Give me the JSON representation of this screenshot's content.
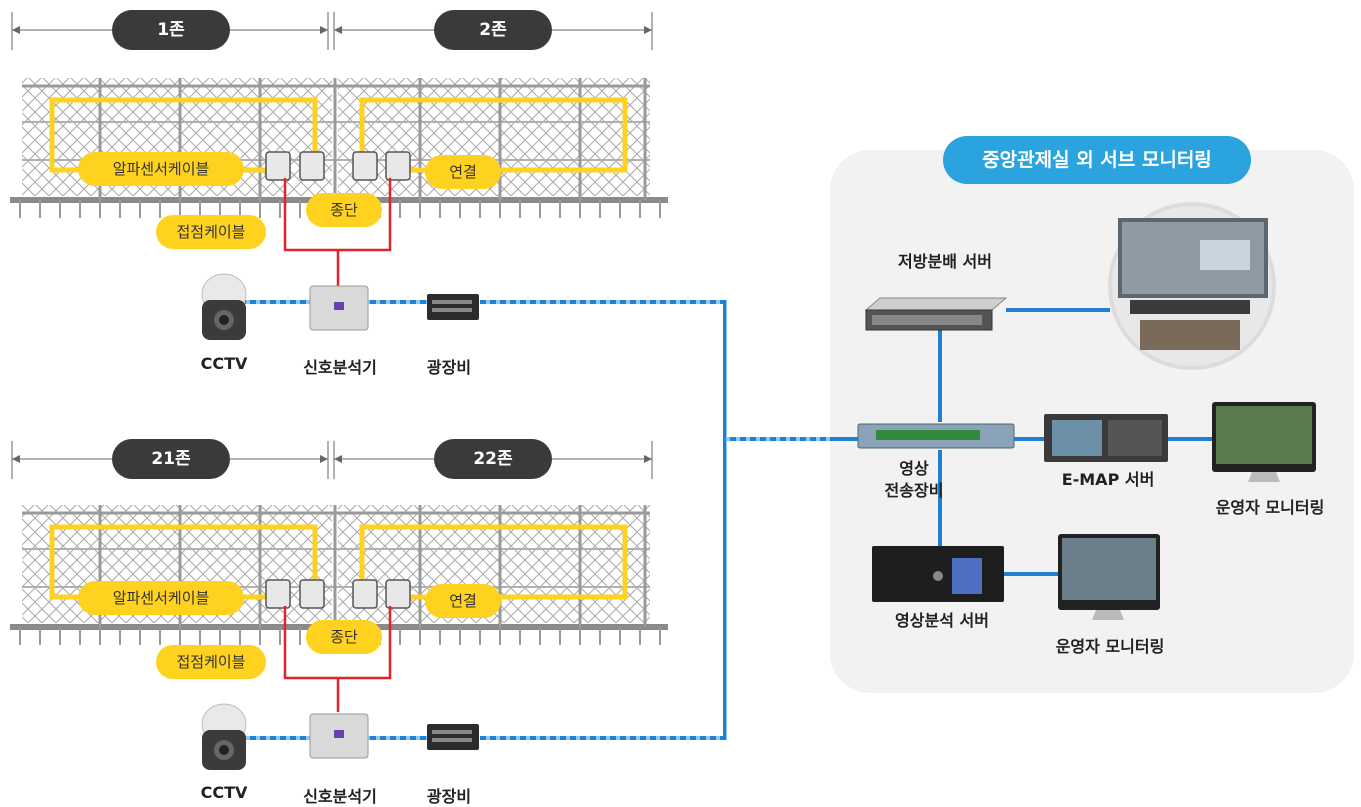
{
  "zones": {
    "top_left": "1존",
    "top_right": "2존",
    "bottom_left": "21존",
    "bottom_right": "22존"
  },
  "fence_labels": {
    "alpha_cable": "알파센서케이블",
    "connection": "연결",
    "termination": "종단",
    "contact_cable": "접점케이블"
  },
  "devices": {
    "cctv": "CCTV",
    "signal_analyzer": "신호분석기",
    "optical_switch": "광장비"
  },
  "control_room": {
    "title": "중앙관제실 외 서브 모니터링",
    "storage_server": "저방분배 서버",
    "video_transmission_line1": "영상",
    "video_transmission_line2": "전송장비",
    "emap_server": "E-MAP 서버",
    "operator_monitoring_right": "운영자 모니터링",
    "video_analysis_server": "영상분석 서버",
    "operator_monitoring_bottom": "운영자 모니터링"
  },
  "colors": {
    "cable_yellow": "#ffd21f",
    "network_blue": "#1f7fd0",
    "signal_red": "#e0242c",
    "pill_dark": "#3a3a3a",
    "title_blue": "#2aa3df"
  }
}
